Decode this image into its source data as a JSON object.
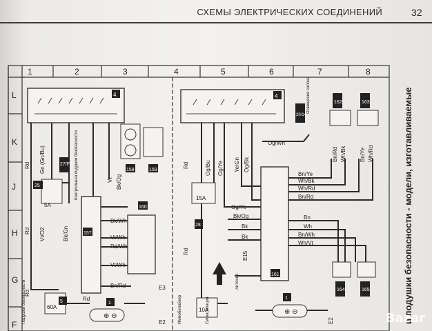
{
  "header": {
    "title": "СХЕМЫ ЭЛЕКТРИЧЕСКИХ СОЕДИНЕНИЙ",
    "page_number": "32"
  },
  "grid": {
    "columns": [
      "1",
      "2",
      "3",
      "4",
      "5",
      "6",
      "7",
      "8"
    ],
    "rows": [
      "L",
      "K",
      "J",
      "H",
      "G",
      "F"
    ]
  },
  "side_text": "и подушки безопасности - модели, изготавливаемые",
  "connectors": {
    "c25": "25",
    "c27": "27/F7",
    "c28": "28",
    "c20_14": "20/14",
    "c157": "157",
    "c158": "158",
    "c159": "159",
    "c160": "160",
    "c161": "161",
    "c162": "162",
    "c163": "163",
    "c164": "164",
    "c165": "165",
    "c5": "5",
    "c4a": "4",
    "c4b": "4",
    "c1a": "1",
    "c1b": "1"
  },
  "fuses": {
    "f5a": "5A",
    "f60a": "60A",
    "f10a": "10A",
    "f15a": "15A"
  },
  "ground": {
    "e2a": "E2",
    "e2b": "E2",
    "e3": "E3",
    "e15": "E15"
  },
  "labels_left": {
    "gn": "Gn (Gn/Bu)",
    "vt_o2": "Vt/O2",
    "bk_gn": "Bk/Gn",
    "rd1": "Rd",
    "rd2": "Rd",
    "rd3": "Rd",
    "vt": "Vt",
    "bk_og": "Bk/Og",
    "bk_wh": "Bk/Wh",
    "vt_wh": "Vt/Wh",
    "rd_wh": "Rd/Wh",
    "vt_wh2": "Vt/Wh",
    "bn_rd": "Bn/Rd",
    "rd_bottom": "Rd",
    "airbag_title": "Подушки безопасности",
    "control_unit": "Контрольная подушки безопасности"
  },
  "labels_right": {
    "og_wh": "Og/Wh",
    "og_bu": "Og/Bu",
    "og_ye": "Og/Ye",
    "ye_gn": "Ye/Gn",
    "og_bk": "Og/Bk",
    "rd_a": "Rd",
    "rd_b": "Rd",
    "bk_og": "Bk/Og",
    "bk": "Bk",
    "bk2": "Bk",
    "og_ye2": "Og/Ye",
    "bn_ye": "Bn/Ye",
    "wh_bk": "Wh/Bk",
    "wh_rd": "Wh/Rd",
    "bn_rd": "Bn/Rd",
    "bn": "Bn",
    "wh": "Wh",
    "bn_wh": "Bn/Wh",
    "wh_vt": "Wh/Vt",
    "bn_rd_v": "Bn/Rd",
    "wh_bk_v": "Wh/Bk",
    "bn_ye_v": "Bn/Ye",
    "wh_rd_v": "Wh/Rd",
    "signal": "Сигнализация",
    "antenna": "Антенна",
    "immob": "Иммобилайзер",
    "salon": "Освещение салона"
  },
  "watermark": "Bazar"
}
